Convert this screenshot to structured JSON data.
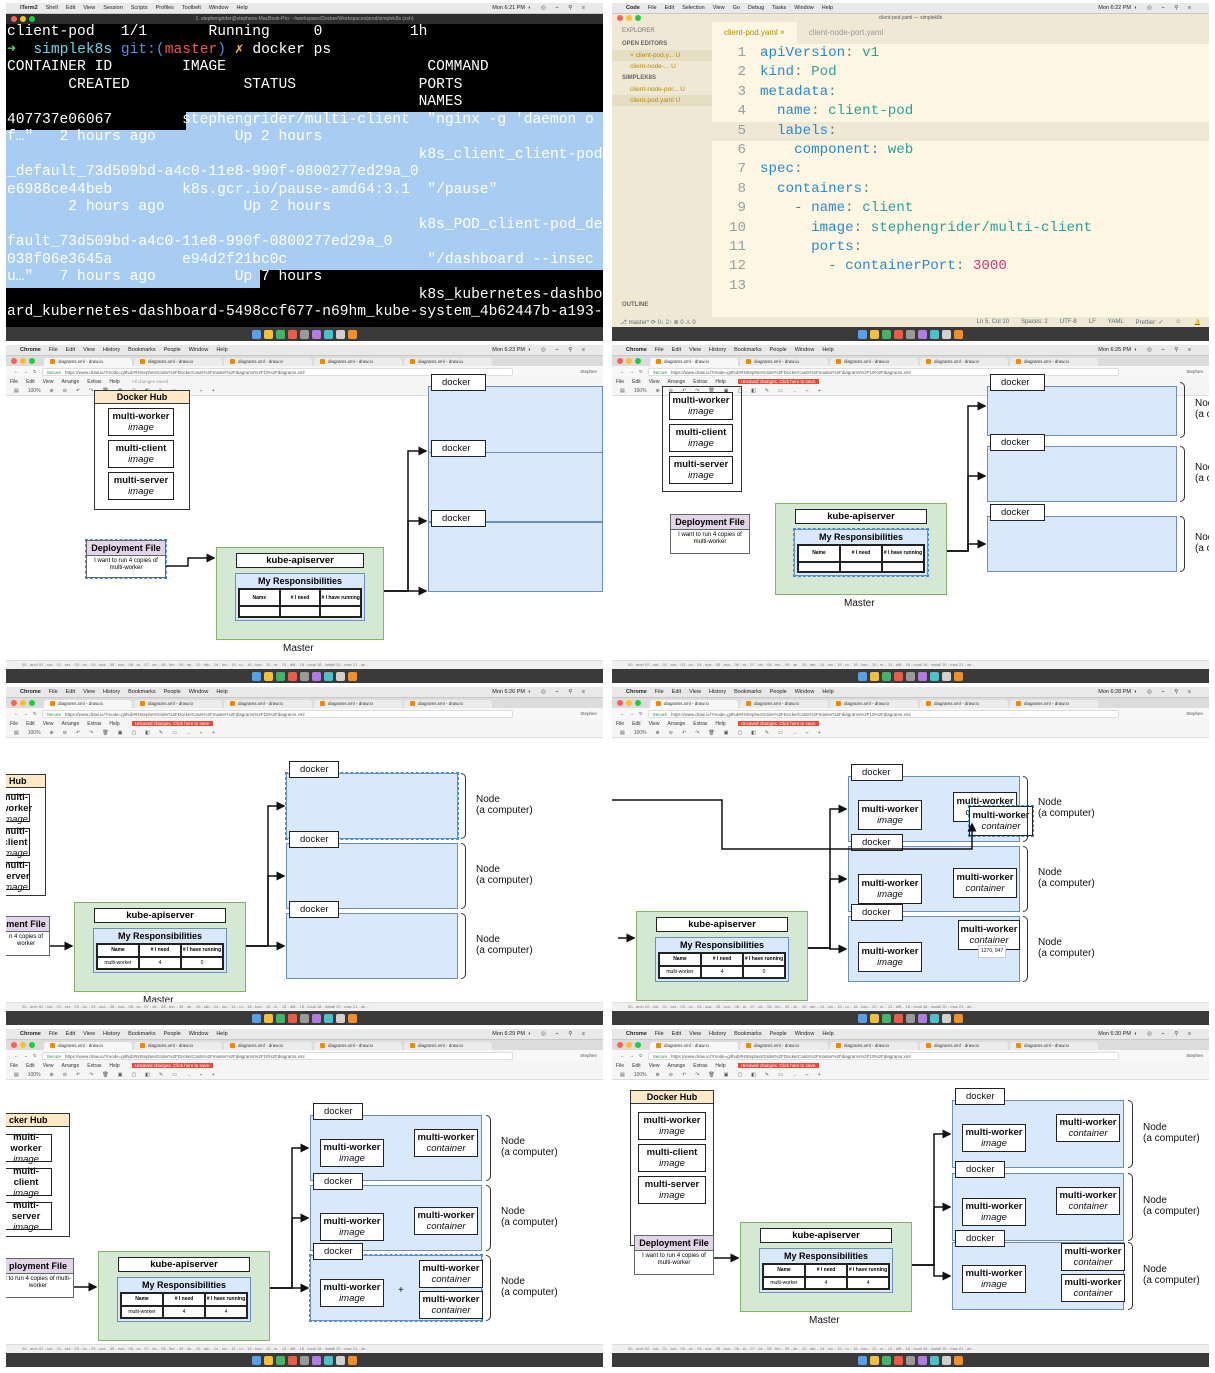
{
  "menubar": {
    "iterm": [
      "iTerm2",
      "Shell",
      "Edit",
      "View",
      "Session",
      "Scripts",
      "Profiles",
      "Toolbelt",
      "Window",
      "Help"
    ],
    "code": [
      "Code",
      "File",
      "Edit",
      "Selection",
      "View",
      "Go",
      "Debug",
      "Tasks",
      "Window",
      "Help"
    ],
    "chrome": [
      "Chrome",
      "File",
      "Edit",
      "View",
      "History",
      "Bookmarks",
      "People",
      "Window",
      "Help"
    ],
    "status_icons": "◐ ◎ ⌁ ⚲ ≡",
    "times": [
      "Mon 6:21 PM",
      "Mon 6:22 PM",
      "Mon 6:23 PM",
      "Mon 6:25 PM",
      "Mon 6:26 PM",
      "Mon 6:28 PM",
      "Mon 6:29 PM",
      "Mon 6:30 PM"
    ]
  },
  "terminal": {
    "title": "1. stephengrider@stephens-MacBook-Pro: ~/workspace/Docker/Workspaces/prod/simplek8s (zsh)",
    "row0": {
      "name": "client-pod",
      "ready": "1/1",
      "status": "Running",
      "restarts": "0",
      "age": "1h"
    },
    "prompt": {
      "arrow": "➜",
      "dir": "simplek8s",
      "git": "git:(",
      "branch": "master",
      "close": ")",
      "x": "✗",
      "cmd": "docker ps"
    },
    "header1": "CONTAINER ID        IMAGE                       COMMAND",
    "header2": "       CREATED             STATUS              PORTS",
    "header3": "                                               NAMES",
    "lines": [
      "407737e06067        stephengrider/multi-client  \"nginx -g 'daemon o",
      "f…\"   2 hours ago         Up 2 hours",
      "                                               k8s_client_client-pod",
      "_default_73d509bd-a4c0-11e8-990f-0800277ed29a_0",
      "e6988ce44beb        k8s.gcr.io/pause-amd64:3.1  \"/pause\"",
      "       2 hours ago         Up 2 hours",
      "                                               k8s_POD_client-pod_de",
      "fault_73d509bd-a4c0-11e8-990f-0800277ed29a_0",
      "038f06e3645a        e94d2f21bc0c                \"/dashboard --insec",
      "u…\"   7 hours ago         Up 7 hours",
      "                                               k8s_kubernetes-dashbo",
      "ard_kubernetes-dashboard-5498ccf677-n69hm_kube-system_4b62447b-a193-"
    ]
  },
  "vscode": {
    "title": "client-pod.yaml — simplek8s",
    "explorer": "EXPLORER",
    "open_editors": "OPEN EDITORS",
    "open_files": [
      "× client-pod.y...  U",
      "client-node-...  U"
    ],
    "folder": "SIMPLEK8S",
    "folder_files": [
      "client-node-por...  U",
      "client-pod.yaml  U"
    ],
    "outline": "OUTLINE",
    "tabs": [
      "client-pod.yaml ×",
      "client-node-port.yaml"
    ],
    "code": [
      {
        "n": "1",
        "k": "apiVersion",
        "v": "v1",
        "ind": ""
      },
      {
        "n": "2",
        "k": "kind",
        "v": "Pod",
        "ind": ""
      },
      {
        "n": "3",
        "k": "metadata",
        "v": "",
        "ind": ""
      },
      {
        "n": "4",
        "k": "name",
        "v": "client-pod",
        "ind": "  "
      },
      {
        "n": "5",
        "k": "labels",
        "v": "",
        "ind": "  "
      },
      {
        "n": "6",
        "k": "component",
        "v": "web",
        "ind": "    "
      },
      {
        "n": "7",
        "k": "spec",
        "v": "",
        "ind": ""
      },
      {
        "n": "8",
        "k": "containers",
        "v": "",
        "ind": "  "
      },
      {
        "n": "9",
        "k": "name",
        "v": "client",
        "ind": "    - "
      },
      {
        "n": "10",
        "k": "image",
        "v": "stephengrider/multi-client",
        "ind": "      "
      },
      {
        "n": "11",
        "k": "ports",
        "v": "",
        "ind": "      "
      },
      {
        "n": "12",
        "k": "containerPort",
        "v": "3000",
        "ind": "        - "
      },
      {
        "n": "13",
        "k": "",
        "v": "",
        "ind": ""
      }
    ],
    "status_left": "⎇ master*   ⟳ 0↓ 2↑   ⊗ 0 ⚠ 0",
    "status_right": [
      "Ln 5, Col 10",
      "Spaces: 2",
      "UTF-8",
      "LF",
      "YAML",
      "Prettier: ✓",
      "☺",
      "🔔"
    ]
  },
  "drawio": {
    "tab": "diagrams.xml - draw.io",
    "url": "https://www.draw.io/?mode=github#HStephenGrider%2FDockerCasts%2Fmaster%2Fdiagrams%2F10%2Fdiagrams.xml",
    "secure": "Secure",
    "user": "Stephen",
    "menu": [
      "File",
      "Edit",
      "View",
      "Arrange",
      "Extras",
      "Help"
    ],
    "saved": "All changes saved",
    "unsaved": "Unsaved changes. Click here to save.",
    "zoom": "100%",
    "pages_strip": "00 - arch   02 - sot...   01 - set...   03 - dc...   04 - sca...   05 - ecs...   06 - ar...   07 - de...   08 - tim...   09 - de...   10 - tab...   14 - inv...   15 - ro...   16 - bac...   10 - m...   13 - diff...   18 - local   18 - install   20 - mac   21 - de...",
    "docker_hub": "Docker Hub",
    "docker_hub_partial": "cker Hub",
    "docker_hub_cut": "Hub",
    "images": [
      "multi-worker",
      "multi-client",
      "multi-server"
    ],
    "image_word": "image",
    "container_word": "container",
    "deploy_title": "Deployment File",
    "deploy_title_partial": "ployment File",
    "deploy_title_cut": "ment File",
    "deploy_body": "I want to run 4 copies of multi-worker",
    "deploy_body_partial": "t to run 4 copies of multi-worker",
    "deploy_body_cut": "n 4 copies of worker",
    "apiserver": "kube-apiserver",
    "responsibilities": "My Responsibilities",
    "col_name": "Name",
    "col_need": "# I need",
    "col_running": "# I have running",
    "row_name": "multi-worker",
    "need": "4",
    "running_values": [
      "0",
      "0",
      "4",
      "4"
    ],
    "master": "Master",
    "docker": "docker",
    "node_label": "Node",
    "node_sub": "(a computer)",
    "node_partial": "(a co",
    "tooltip": "1270, 947"
  }
}
